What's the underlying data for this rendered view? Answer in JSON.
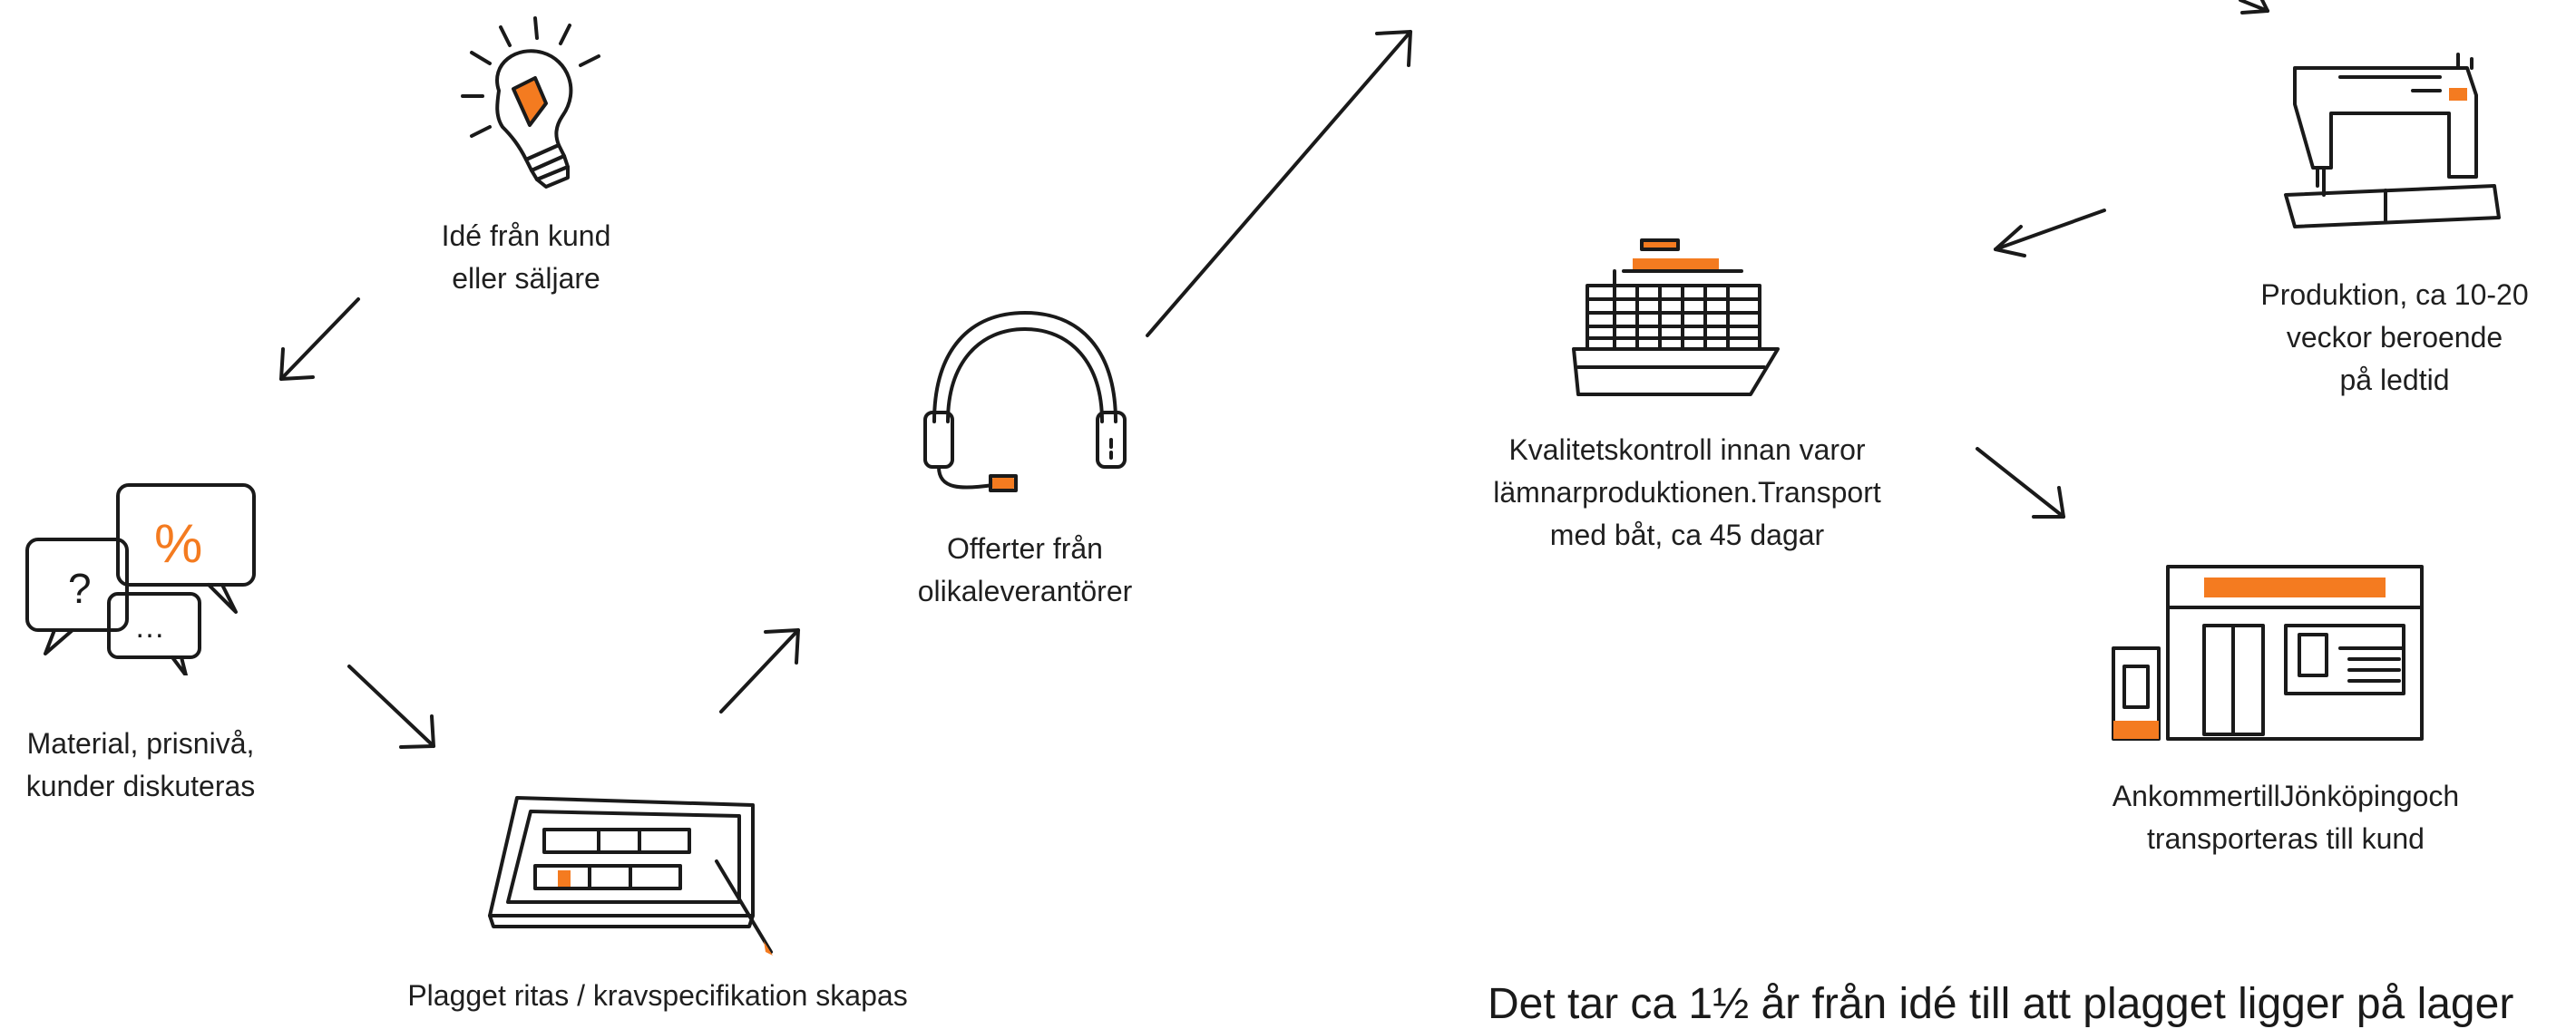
{
  "steps": [
    {
      "id": "idea",
      "lines": [
        "Idé från kund",
        "eller säljare"
      ],
      "icon": "lightbulb-icon"
    },
    {
      "id": "discuss",
      "lines": [
        "Material, prisnivå,",
        "kunder diskuteras"
      ],
      "icon": "chat-bubbles-icon"
    },
    {
      "id": "drawing",
      "lines": [
        "Plagget ritas / kravspecifikation skapas"
      ],
      "icon": "tablet-sketch-icon"
    },
    {
      "id": "offers",
      "lines": [
        "Offerter från",
        "olikaleverantörer"
      ],
      "icon": "headset-icon"
    },
    {
      "id": "production",
      "lines": [
        "Produktion, ca 10-20",
        "veckor beroende",
        "på ledtid"
      ],
      "icon": "sewing-machine-icon"
    },
    {
      "id": "shipping",
      "lines": [
        "Kvalitetskontroll innan varor",
        "lämnarproduktionen.Transport",
        "med båt, ca 45 dagar"
      ],
      "icon": "cargo-ship-icon"
    },
    {
      "id": "arrival",
      "lines": [
        "AnkommertillJönköpingoch",
        "transporteras till kund"
      ],
      "icon": "storefront-icon"
    }
  ],
  "footer": "Det tar ca 1½ år från idé till att plagget ligger på lager",
  "colors": {
    "accent": "#f47b20",
    "stroke": "#1a1a1a"
  }
}
